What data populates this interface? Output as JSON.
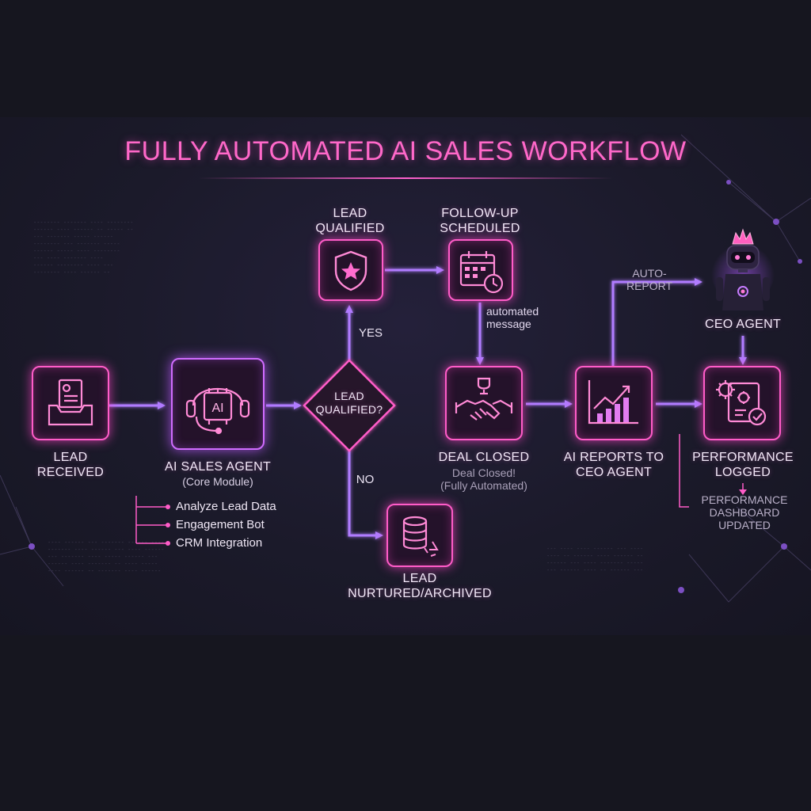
{
  "title": "FULLY AUTOMATED AI SALES WORKFLOW",
  "nodes": {
    "lead_received": {
      "label": "LEAD\nRECEIVED",
      "icon": "inbox-document-icon"
    },
    "ai_sales_agent": {
      "label": "AI SALES AGENT",
      "sublabel": "(Core Module)",
      "icon": "ai-headset-chip-icon",
      "icon_text": "AI"
    },
    "decision": {
      "label": "LEAD\nQUALIFIED?"
    },
    "lead_qualified": {
      "label": "LEAD\nQUALIFIED",
      "icon": "shield-star-icon"
    },
    "follow_up": {
      "label": "FOLLOW-UP\nSCHEDULED",
      "icon": "calendar-clock-icon"
    },
    "deal_closed": {
      "label": "DEAL CLOSED",
      "note": "Deal Closed!\n(Fully Automated)",
      "icon": "handshake-trophy-icon"
    },
    "ai_reports": {
      "label": "AI REPORTS TO\nCEO AGENT",
      "icon": "bar-chart-trend-icon"
    },
    "ceo_agent": {
      "label": "CEO AGENT",
      "icon": "robot-crown-icon"
    },
    "performance_logged": {
      "label": "PERFORMANCE\nLOGGED",
      "icon": "gear-document-check-icon"
    },
    "lead_nurtured": {
      "label": "LEAD\nNURTURED/ARCHIVED",
      "icon": "database-recycle-icon"
    }
  },
  "edges": {
    "yes": "YES",
    "no": "NO",
    "automated_message": "automated\nmessage",
    "auto_report": "AUTO-REPORT",
    "dashboard": "PERFORMANCE\nDASHBOARD\nUPDATED"
  },
  "agent_features": [
    "Analyze Lead Data",
    "Engagement Bot",
    "CRM Integration"
  ],
  "colors": {
    "accent_pink": "#ff5cc8",
    "accent_purple": "#b07cff",
    "background": "#16161f"
  }
}
